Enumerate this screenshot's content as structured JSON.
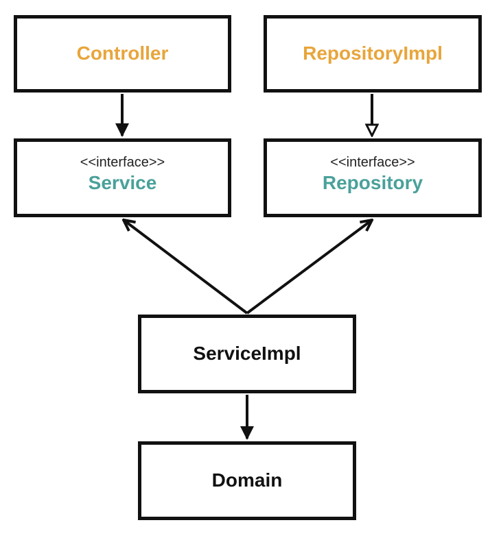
{
  "diagram": {
    "nodes": {
      "controller": {
        "label": "Controller",
        "color": "#e8a53b"
      },
      "repository_impl": {
        "label": "RepositoryImpl",
        "color": "#e8a53b"
      },
      "service": {
        "stereotype": "<<interface>>",
        "label": "Service",
        "color": "#4aa19a"
      },
      "repository": {
        "stereotype": "<<interface>>",
        "label": "Repository",
        "color": "#4aa19a"
      },
      "service_impl": {
        "label": "ServiceImpl",
        "color": "#111111"
      },
      "domain": {
        "label": "Domain",
        "color": "#111111"
      }
    },
    "edges": [
      {
        "from": "Controller",
        "to": "Service",
        "arrow": "filled"
      },
      {
        "from": "RepositoryImpl",
        "to": "Repository",
        "arrow": "hollow"
      },
      {
        "from": "ServiceImpl",
        "to": "Service",
        "arrow": "open"
      },
      {
        "from": "ServiceImpl",
        "to": "Repository",
        "arrow": "open"
      },
      {
        "from": "ServiceImpl",
        "to": "Domain",
        "arrow": "filled"
      }
    ]
  }
}
